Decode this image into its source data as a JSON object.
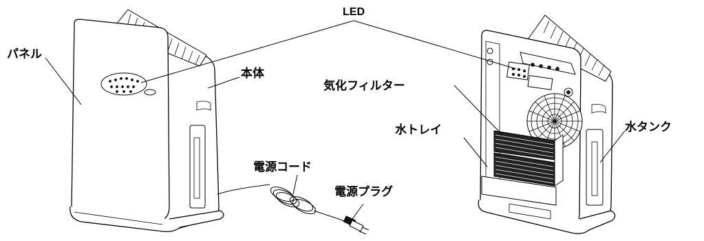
{
  "labels": {
    "led": "LED",
    "panel": "パネル",
    "main_body": "本体",
    "vaporizing_filter": "気化フィルター",
    "water_tray": "水トレイ",
    "water_tank": "水タンク",
    "power_cord": "電源コード",
    "power_plug": "電源プラグ"
  }
}
